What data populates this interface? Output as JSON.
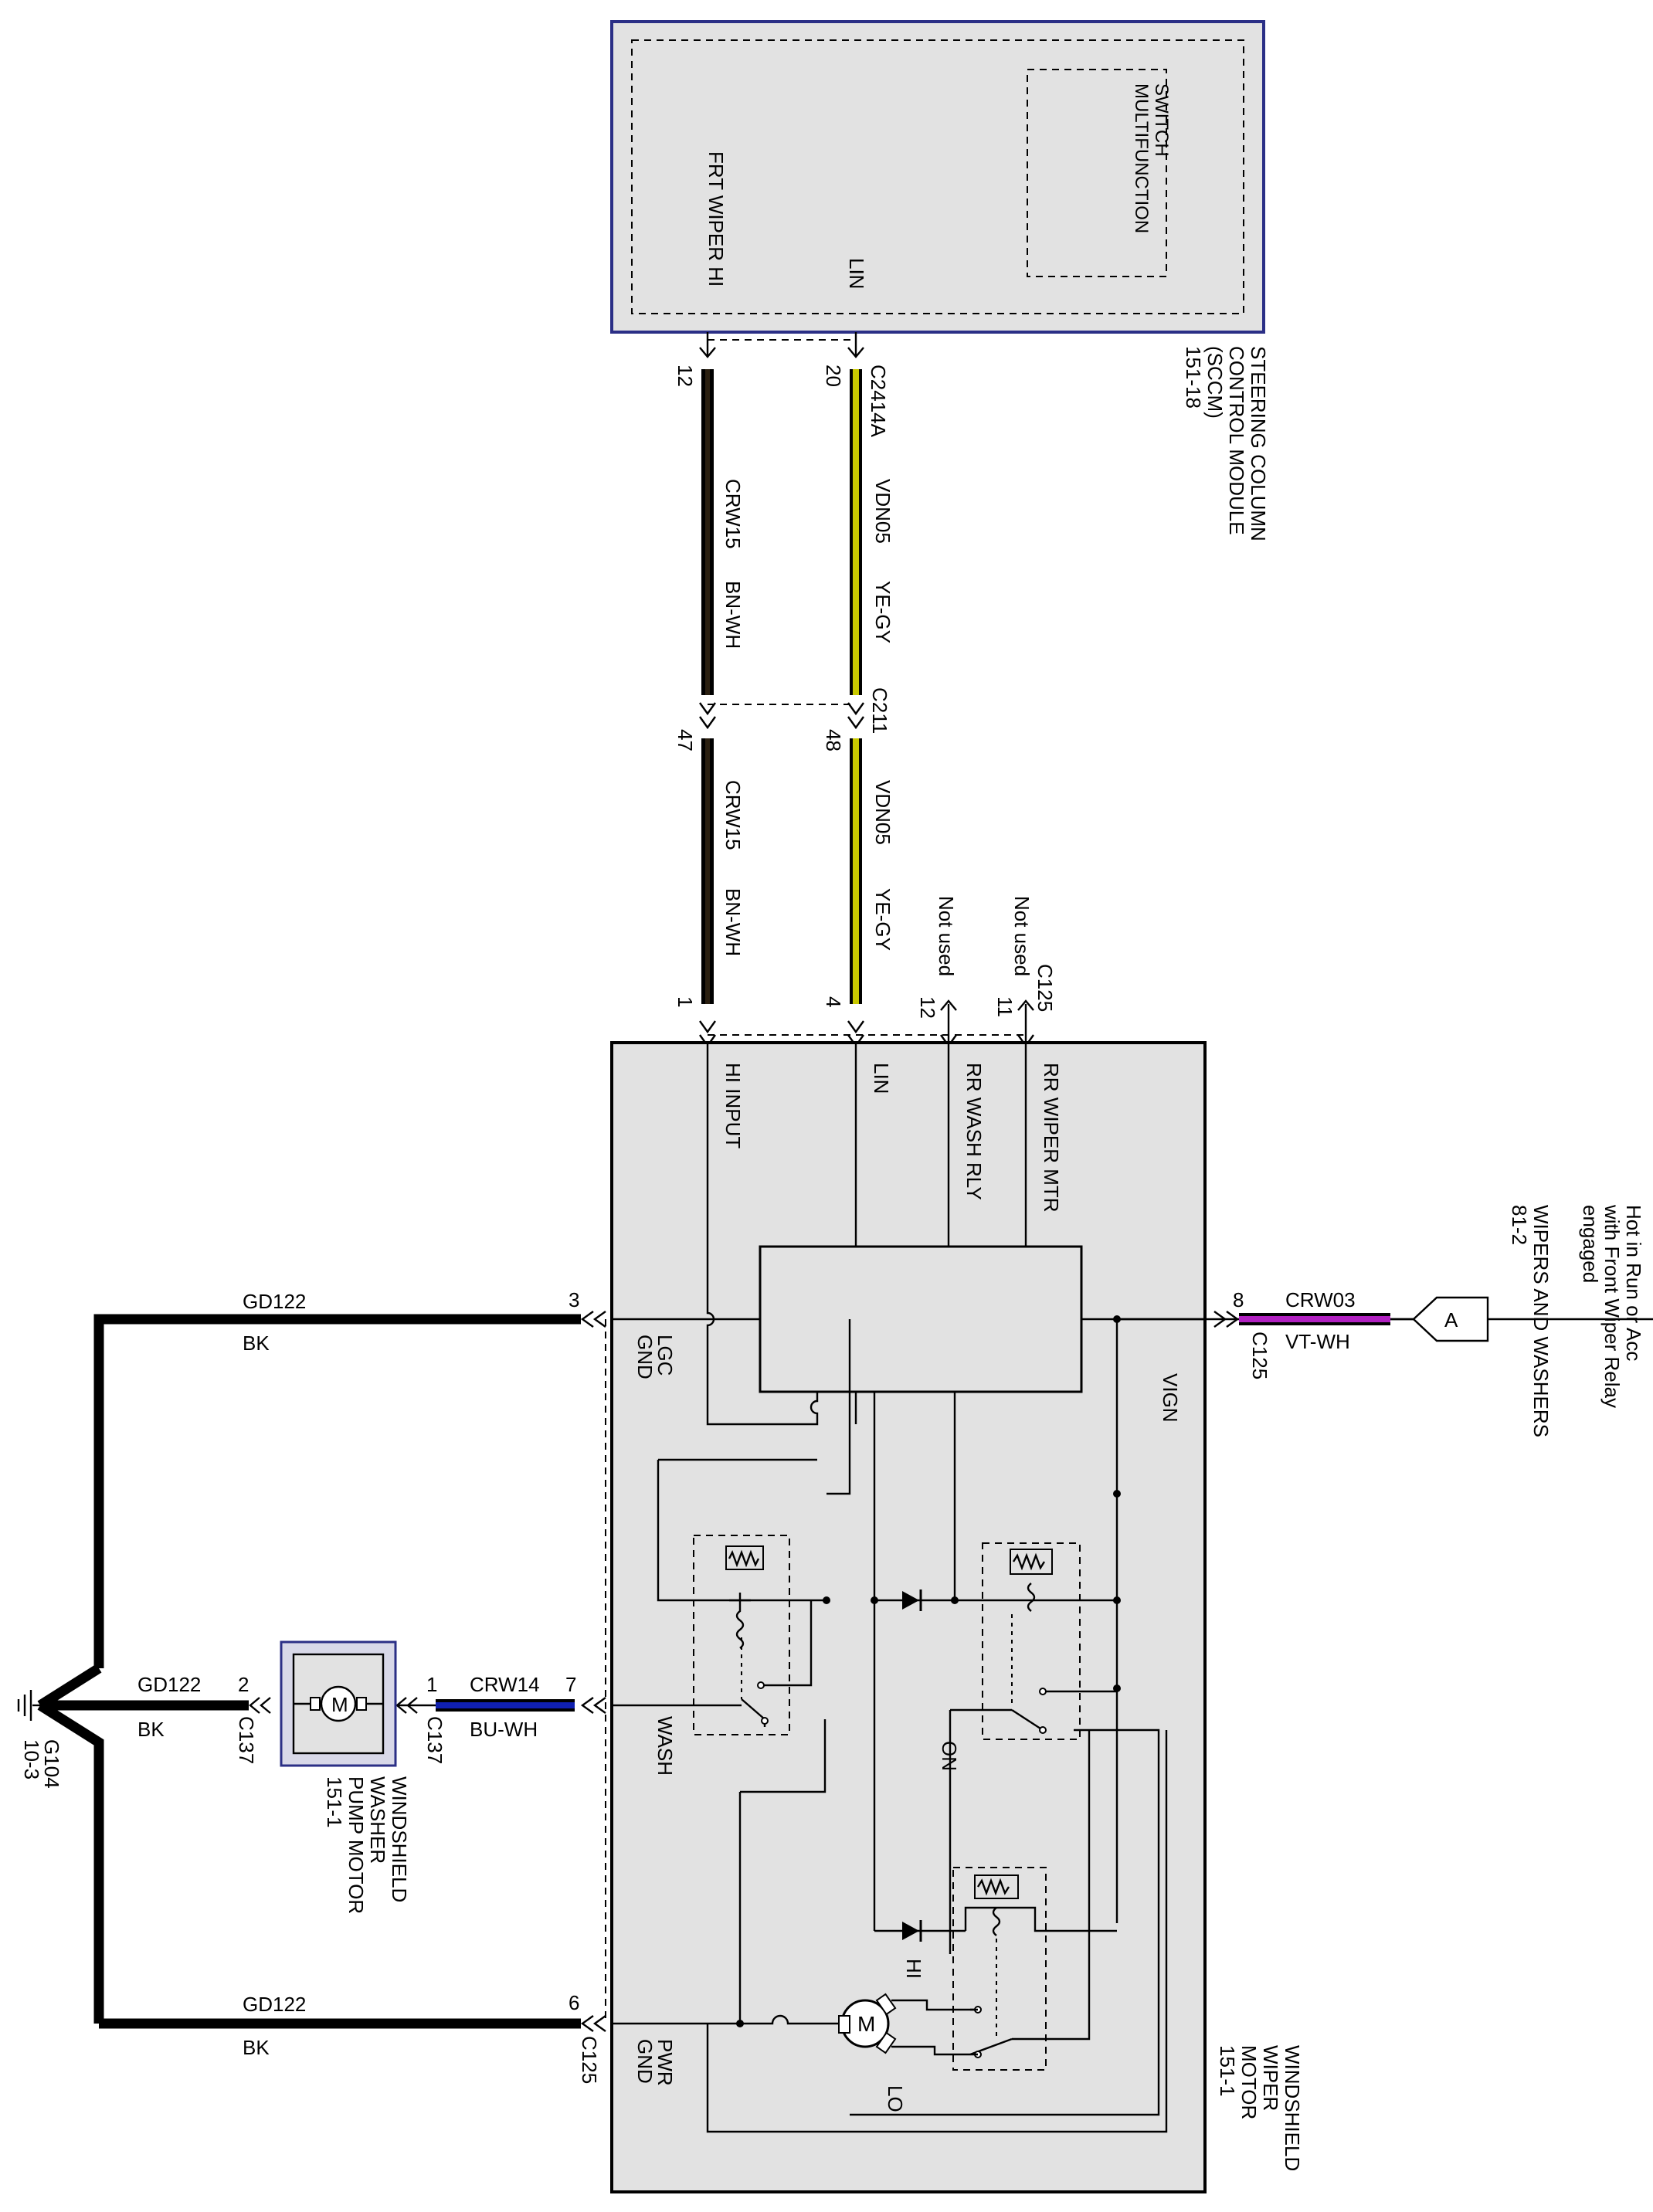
{
  "colors": {
    "module_fill": "#e2e2e2",
    "sccm_border": "#2b2f86",
    "wire_black": "#000000",
    "wire_bn_wh": "#2a1f10",
    "wire_ye_gy": "#c8c800",
    "wire_vt_wh": "#b020c0",
    "wire_bu_wh": "#1020b0"
  },
  "sccm": {
    "title_lines": [
      "STEERING COLUMN",
      "CONTROL MODULE",
      "(SCCM)",
      "151-18"
    ],
    "switch_lines": [
      "MULTIFUNCTION",
      "SWITCH"
    ],
    "pin_frt_wiper_hi": "FRT WIPER HI",
    "pin_lin": "LIN"
  },
  "connector_c2414a": {
    "name": "C2414A",
    "pin_hi": "12",
    "pin_lin": "20"
  },
  "connector_c211": {
    "name": "C211",
    "pin_hi": "47",
    "pin_lin": "48"
  },
  "wire_hi_upper": {
    "circuit": "CRW15",
    "color": "BN-WH"
  },
  "wire_lin_upper": {
    "circuit": "VDN05",
    "color": "YE-GY"
  },
  "wire_hi_lower": {
    "circuit": "CRW15",
    "color": "BN-WH"
  },
  "wire_lin_lower": {
    "circuit": "VDN05",
    "color": "YE-GY"
  },
  "connector_c125_top": {
    "name": "C125",
    "pin_hi": "1",
    "pin_lin": "4",
    "pin_rr_wash": "12",
    "pin_rr_wiper": "11",
    "not_used_1": "Not used",
    "not_used_2": "Not used"
  },
  "wiper_motor": {
    "title_lines": [
      "WINDSHIELD",
      "WIPER",
      "MOTOR",
      "151-1"
    ],
    "hi_input": "HI INPUT",
    "lin": "LIN",
    "rr_wash_rly": "RR WASH RLY",
    "rr_wiper_mtr": "RR WIPER MTR",
    "vign": "VIGN",
    "lgc_gnd_lines": [
      "LGC",
      "GND"
    ],
    "wash": "WASH",
    "on": "ON",
    "hi": "HI",
    "lo": "LO",
    "pwr_gnd_lines": [
      "PWR",
      "GND"
    ],
    "motor_symbol": "M"
  },
  "power_feed": {
    "desc_lines": [
      "Hot in Run or Acc",
      "with Front Wiper Relay",
      "engaged"
    ],
    "ref_lines": [
      "WIPERS AND WASHERS",
      "81-2"
    ],
    "connector_letter": "A",
    "pin": "8",
    "connector": "C125",
    "circuit": "CRW03",
    "color": "VT-WH"
  },
  "lgc_ground": {
    "pin": "3",
    "circuit": "GD122",
    "color": "BK"
  },
  "wash_output": {
    "pin": "7",
    "circuit": "CRW14",
    "color": "BU-WH"
  },
  "pwr_ground": {
    "pin": "6",
    "connector": "C125",
    "circuit": "GD122",
    "color": "BK"
  },
  "pump_motor": {
    "title_lines": [
      "WINDSHIELD",
      "WASHER",
      "PUMP MOTOR",
      "151-1"
    ],
    "pin_in": "1",
    "pin_in_connector": "C137",
    "pin_gnd": "2",
    "pin_gnd_connector": "C137",
    "symbol": "M"
  },
  "pump_ground": {
    "circuit": "GD122",
    "color": "BK"
  },
  "ground_point": {
    "name": "G104",
    "ref": "10-3"
  }
}
